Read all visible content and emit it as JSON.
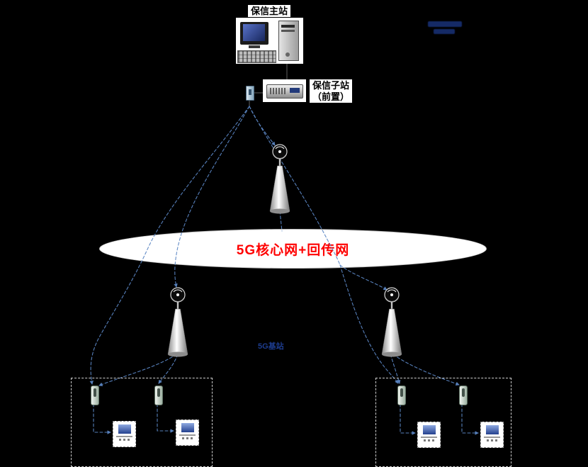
{
  "diagram": {
    "type": "5g-power-protection-network-topology",
    "background_color": "#000000",
    "labels": {
      "master_station": "保信主站",
      "substation_line1": "保信子站",
      "substation_line2": "（前置）",
      "core_network": "5G核心网+回传网",
      "base_station": "5G基站"
    },
    "colors": {
      "core_network_text": "#ff0000",
      "core_network_fill": "#ffffff",
      "link_line": "#5b86c4",
      "label_background": "#ffffff",
      "label_text": "#000000"
    },
    "nodes": [
      {
        "id": "master",
        "kind": "computer-icon",
        "label": "保信主站"
      },
      {
        "id": "converter",
        "kind": "media-converter-icon",
        "label": ""
      },
      {
        "id": "frontend",
        "kind": "instrument-icon",
        "label": "保信子站（前置）"
      },
      {
        "id": "core",
        "kind": "network-cloud",
        "label": "5G核心网+回传网"
      },
      {
        "id": "bs-top",
        "kind": "base-station-icon",
        "label": ""
      },
      {
        "id": "bs-left",
        "kind": "base-station-icon",
        "label": ""
      },
      {
        "id": "bs-right",
        "kind": "base-station-icon",
        "label": ""
      },
      {
        "id": "cpe-1",
        "kind": "cpe-icon",
        "label": ""
      },
      {
        "id": "cpe-2",
        "kind": "cpe-icon",
        "label": ""
      },
      {
        "id": "cpe-3",
        "kind": "cpe-icon",
        "label": ""
      },
      {
        "id": "cpe-4",
        "kind": "cpe-icon",
        "label": ""
      },
      {
        "id": "terminal-1",
        "kind": "terminal-icon",
        "label": ""
      },
      {
        "id": "terminal-2",
        "kind": "terminal-icon",
        "label": ""
      },
      {
        "id": "terminal-3",
        "kind": "terminal-icon",
        "label": ""
      },
      {
        "id": "terminal-4",
        "kind": "terminal-icon",
        "label": ""
      }
    ],
    "edges": [
      [
        "master",
        "frontend"
      ],
      [
        "frontend",
        "bs-top"
      ],
      [
        "frontend",
        "bs-left"
      ],
      [
        "frontend",
        "cpe-1"
      ],
      [
        "frontend",
        "core"
      ],
      [
        "bs-top",
        "core"
      ],
      [
        "core",
        "bs-right"
      ],
      [
        "core",
        "cpe-3"
      ],
      [
        "bs-left",
        "cpe-1"
      ],
      [
        "bs-left",
        "cpe-2"
      ],
      [
        "bs-right",
        "cpe-3"
      ],
      [
        "bs-right",
        "cpe-4"
      ],
      [
        "cpe-1",
        "terminal-1"
      ],
      [
        "cpe-2",
        "terminal-2"
      ],
      [
        "cpe-3",
        "terminal-3"
      ],
      [
        "cpe-4",
        "terminal-4"
      ]
    ]
  }
}
